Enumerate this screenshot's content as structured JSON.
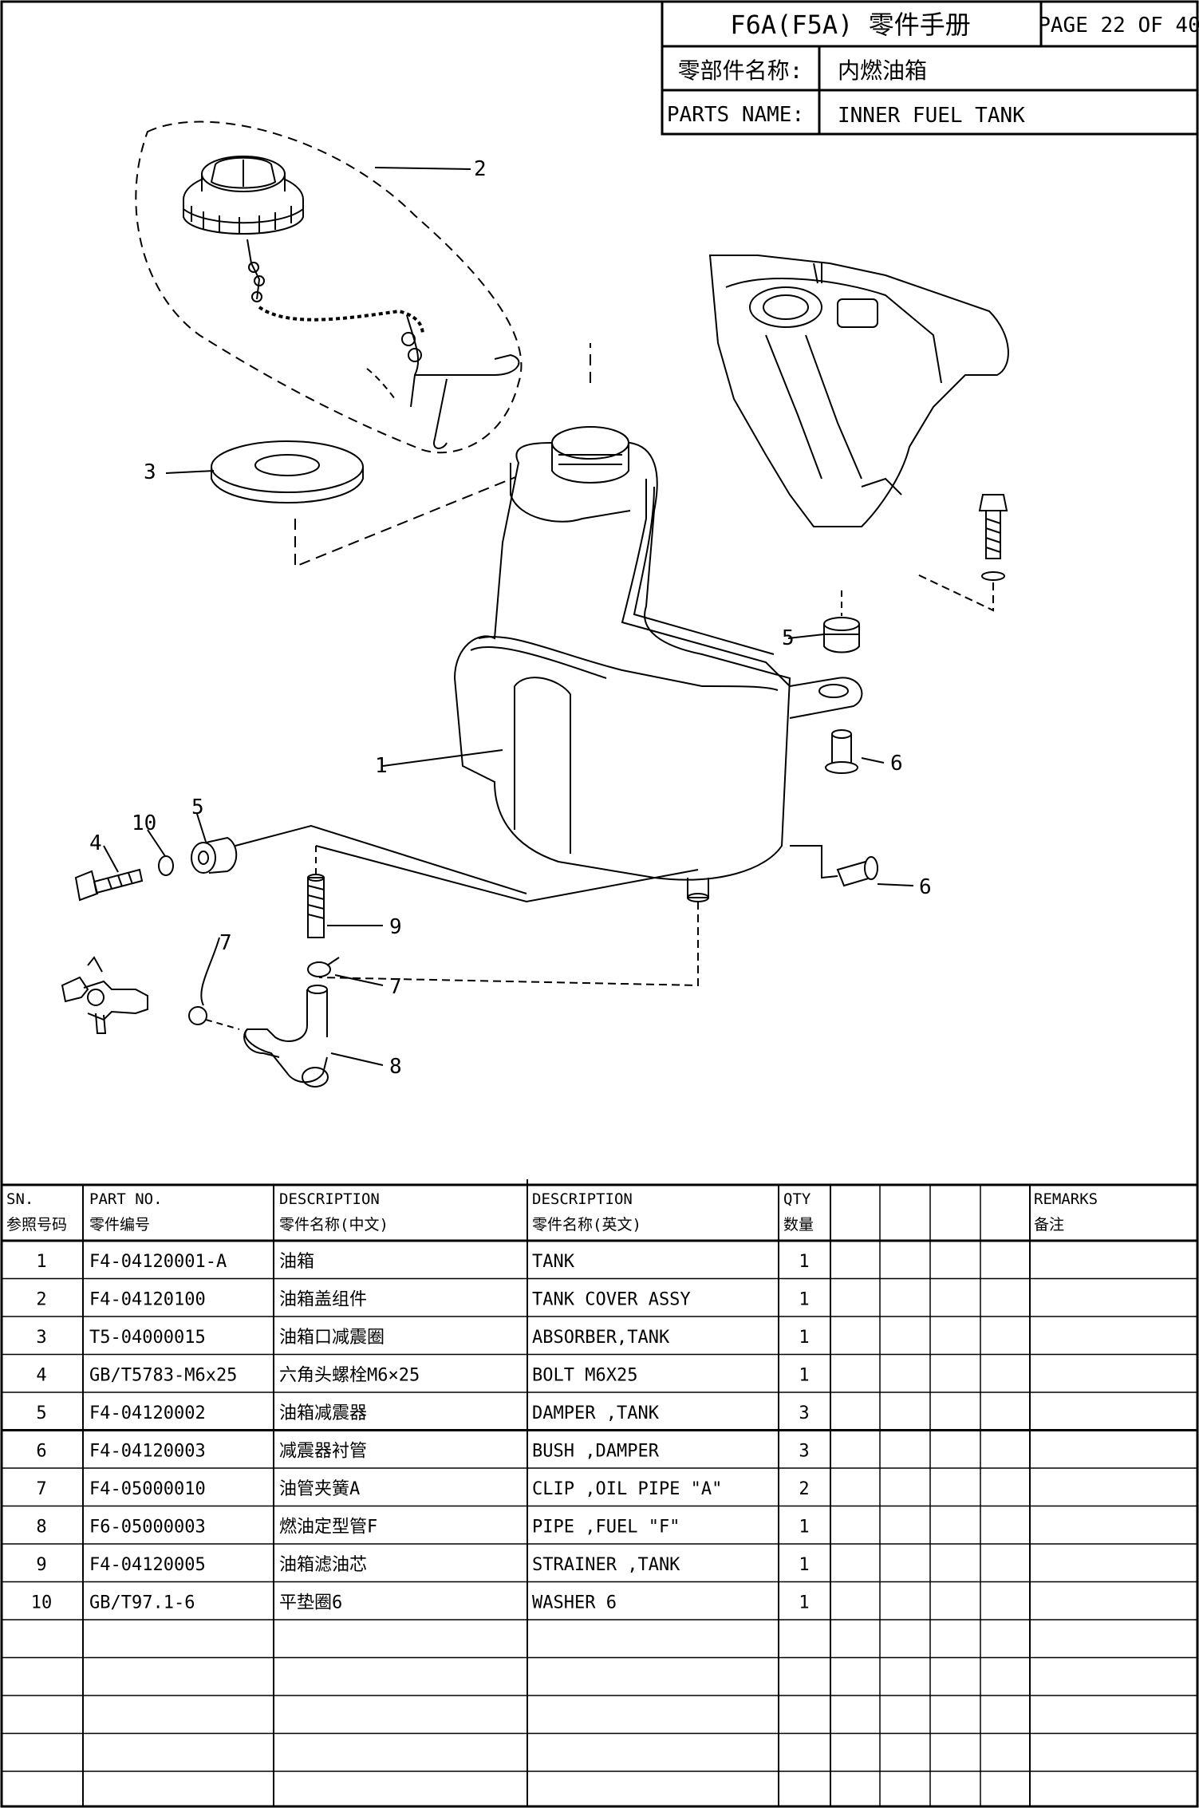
{
  "header": {
    "title": "F6A(F5A) 零件手册",
    "page": "PAGE 22 OF 40",
    "name_label_cn": "零部件名称:",
    "name_value_cn": "内燃油箱",
    "name_label_en": "PARTS NAME:",
    "name_value_en": "INNER FUEL TANK"
  },
  "callouts": [
    "1",
    "2",
    "3",
    "4",
    "5",
    "5",
    "6",
    "6",
    "7",
    "7",
    "8",
    "9",
    "10"
  ],
  "table": {
    "headers": {
      "sn_en": "SN.",
      "sn_cn": "参照号码",
      "part_en": "PART NO.",
      "part_cn": "零件编号",
      "desc_cn_en": "DESCRIPTION",
      "desc_cn_cn": "零件名称(中文)",
      "desc_en_en": "DESCRIPTION",
      "desc_en_cn": "零件名称(英文)",
      "qty_en": "QTY",
      "qty_cn": "数量",
      "rem_en": "REMARKS",
      "rem_cn": "备注"
    },
    "rows": [
      {
        "sn": "1",
        "part": "F4-04120001-A",
        "cn": "油箱",
        "en": "TANK",
        "qty": "1"
      },
      {
        "sn": "2",
        "part": "F4-04120100",
        "cn": "油箱盖组件",
        "en": "TANK COVER ASSY",
        "qty": "1"
      },
      {
        "sn": "3",
        "part": "T5-04000015",
        "cn": "油箱口减震圈",
        "en": "ABSORBER,TANK",
        "qty": "1"
      },
      {
        "sn": "4",
        "part": "GB/T5783-M6x25",
        "cn": "六角头螺栓M6×25",
        "en": "BOLT M6X25",
        "qty": "1"
      },
      {
        "sn": "5",
        "part": "F4-04120002",
        "cn": "油箱减震器",
        "en": "DAMPER ,TANK",
        "qty": "3"
      },
      {
        "sn": "6",
        "part": "F4-04120003",
        "cn": "减震器衬管",
        "en": "BUSH ,DAMPER",
        "qty": "3"
      },
      {
        "sn": "7",
        "part": "F4-05000010",
        "cn": "油管夹簧A",
        "en": "CLIP ,OIL PIPE \"A\"",
        "qty": "2"
      },
      {
        "sn": "8",
        "part": "F6-05000003",
        "cn": "燃油定型管F",
        "en": "PIPE ,FUEL \"F\"",
        "qty": "1"
      },
      {
        "sn": "9",
        "part": "F4-04120005",
        "cn": "油箱滤油芯",
        "en": "STRAINER ,TANK",
        "qty": "1"
      },
      {
        "sn": "10",
        "part": "GB/T97.1-6",
        "cn": "平垫圈6",
        "en": "WASHER 6",
        "qty": "1"
      }
    ]
  }
}
